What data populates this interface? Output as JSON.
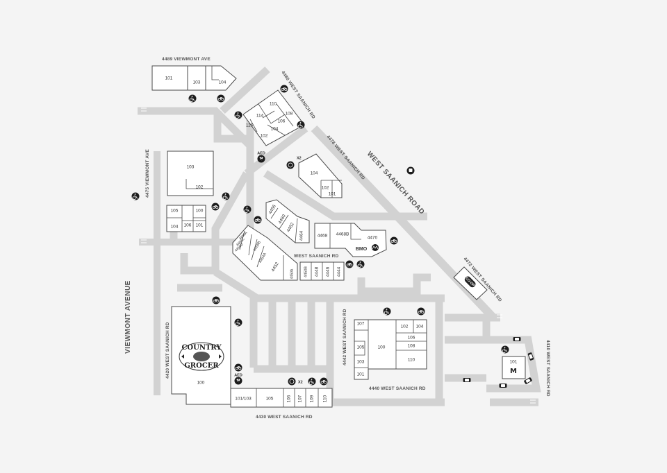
{
  "streets": {
    "viewmont_ave_top": "4489 VIEWMONT AVE",
    "viewmont_ave_side": "4475 VIEWMONT AVE",
    "viewmont_avenue": "VIEWMONT AVENUE",
    "ws_4480": "4480 WEST SAANICH RD",
    "ws_4478": "4478 WEST SAANICH RD",
    "west_saanich_road": "WEST SAANICH ROAD",
    "ws_4472": "4472 WEST SAANICH RD",
    "ws_4410": "4410 WEST SAANICH RD",
    "ws_4442": "4442 WEST SAANICH RD",
    "ws_4440": "4440 WEST SAANICH RD",
    "ws_4430": "4430 WEST SAANICH RD",
    "ws_4420": "4420 WEST SAANICH RD",
    "west_saanich_rd_mid": "WEST SAANICH RD"
  },
  "units": {
    "b1": [
      "101",
      "103",
      "104"
    ],
    "b2": [
      "110",
      "108",
      "114",
      "106",
      "104",
      "116",
      "102"
    ],
    "b3": [
      "103",
      "102",
      "105",
      "100",
      "104",
      "106",
      "101"
    ],
    "b4": [
      "104",
      "102",
      "101"
    ],
    "b5": [
      "4456",
      "4460",
      "4462",
      "4464",
      "4458A",
      "4458C",
      "4458D",
      "4458B",
      "4454A",
      "4452",
      "4450A",
      "4450B",
      "4448",
      "4446",
      "4444"
    ],
    "b6": [
      "4468",
      "4468B",
      "4470"
    ],
    "b7": [
      "107",
      "105",
      "103",
      "101",
      "100",
      "102",
      "104",
      "106",
      "108",
      "110"
    ],
    "b8": [
      "100"
    ],
    "b9": [
      "101/103",
      "105",
      "106",
      "107",
      "109",
      "110"
    ],
    "b10": [
      "101"
    ]
  },
  "markers": {
    "aed": "AED",
    "x2": "X2",
    "bmo": "BMO",
    "coop": "CO-OP",
    "country_grocer_top": "COUNTRY",
    "country_grocer_bottom": "GROCER"
  },
  "colors": {
    "background": "#f4f4f4",
    "road": "#d2d2d2",
    "building_fill": "#ffffff",
    "building_stroke": "#4a4a4a",
    "icon": "#1c1c1c"
  },
  "icons": [
    "accessible-icon",
    "bicycle-icon",
    "aed-icon",
    "bike-parking-icon",
    "transit-icon",
    "parking-arrow-icon",
    "car-icon",
    "bmo-icon",
    "mcdonalds-icon",
    "coop-logo",
    "country-grocer-logo"
  ]
}
